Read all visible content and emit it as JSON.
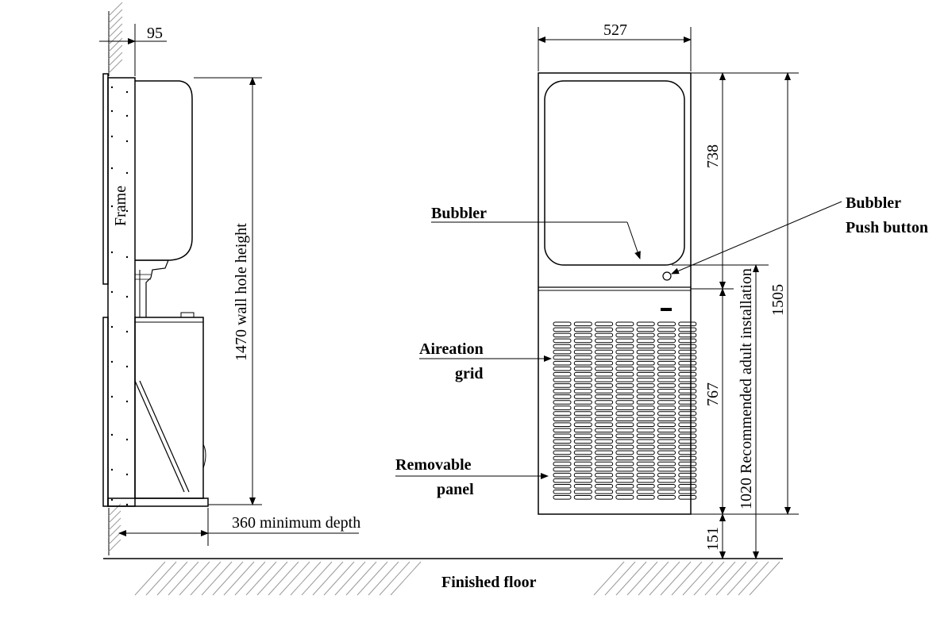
{
  "dimensions": {
    "wall_offset": "95",
    "unit_width": "527",
    "wall_hole_height": "1470 wall hole height",
    "min_depth": "360 minimum depth",
    "upper_height": "738",
    "lower_height": "767",
    "floor_clearance": "151",
    "total_height": "1505",
    "adult_install": "1020 Recommended adult installation"
  },
  "labels": {
    "frame": "Frame",
    "bubbler": "Bubbler",
    "push_button_line1": "Bubbler",
    "push_button_line2": "Push button",
    "aeration_line1": "Aireation",
    "aeration_line2": "grid",
    "panel_line1": "Removable",
    "panel_line2": "panel",
    "floor": "Finished floor"
  },
  "colors": {
    "line": "#000000",
    "hatch": "#9a9a9a",
    "background": "#ffffff"
  }
}
